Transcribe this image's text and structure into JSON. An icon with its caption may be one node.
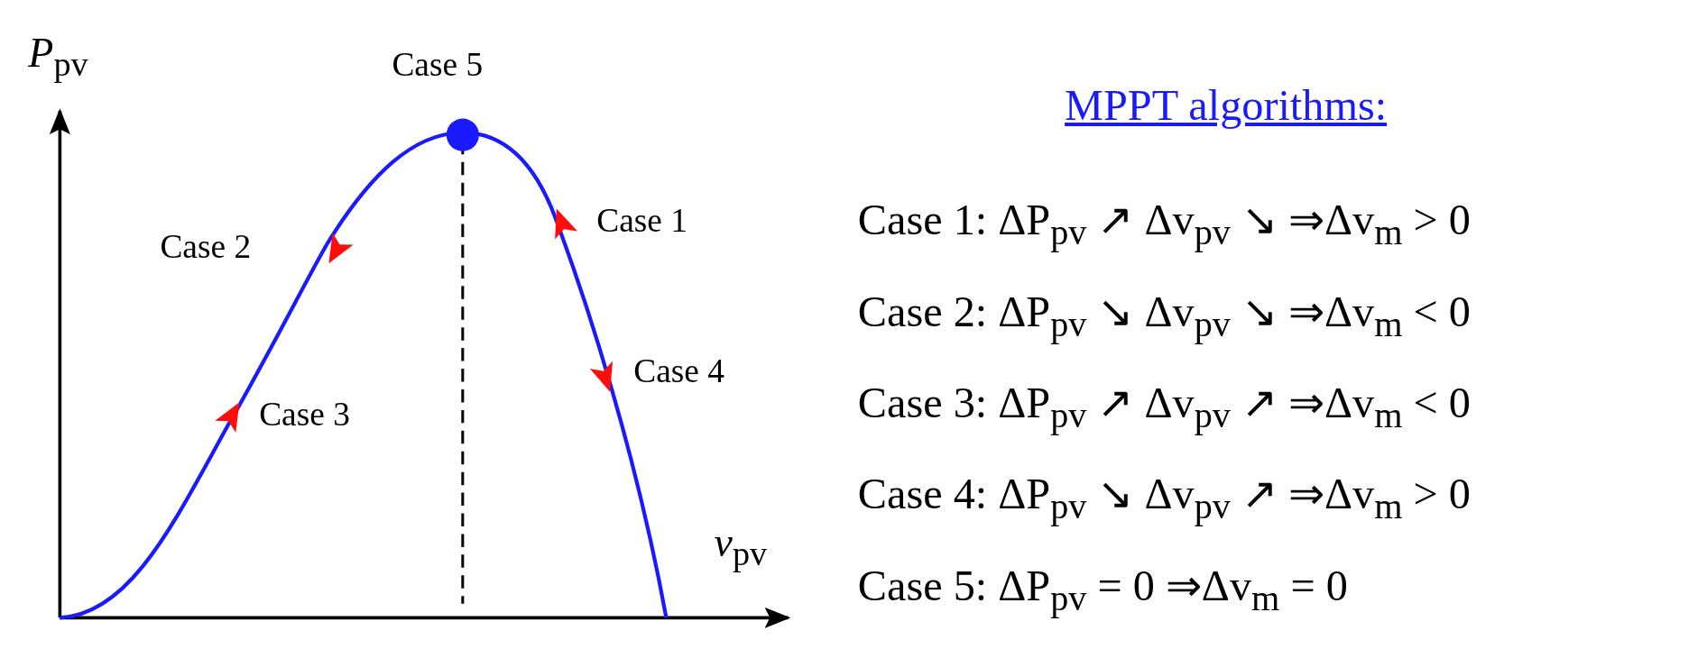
{
  "diagram": {
    "title": "MPPT algorithms:",
    "labels": [
      "*P*$_{pv}$",
      "Case 5",
      "Case 1",
      "Case 2",
      "Case 4",
      "Case 3",
      "*v*$_{pv}$",
      "Case 1:  ΔP$_{pv}$ ↗ Δv$_{pv}$ ↘ ⇒Δv$_{m}$ > 0",
      "Case 2:  ΔP$_{pv}$ ↘ Δv$_{pv}$ ↘ ⇒Δv$_{m}$ < 0",
      "Case 3:  ΔP$_{pv}$ ↗ Δv$_{pv}$ ↗ ⇒Δv$_{m}$ < 0",
      "Case 4:  ΔP$_{pv}$ ↘ Δv$_{pv}$ ↗ ⇒Δv$_{m}$ > 0",
      "Case 5:   ΔP$_{pv}$ = 0  ⇒Δv$_{m}$ = 0"
    ]
  }
}
